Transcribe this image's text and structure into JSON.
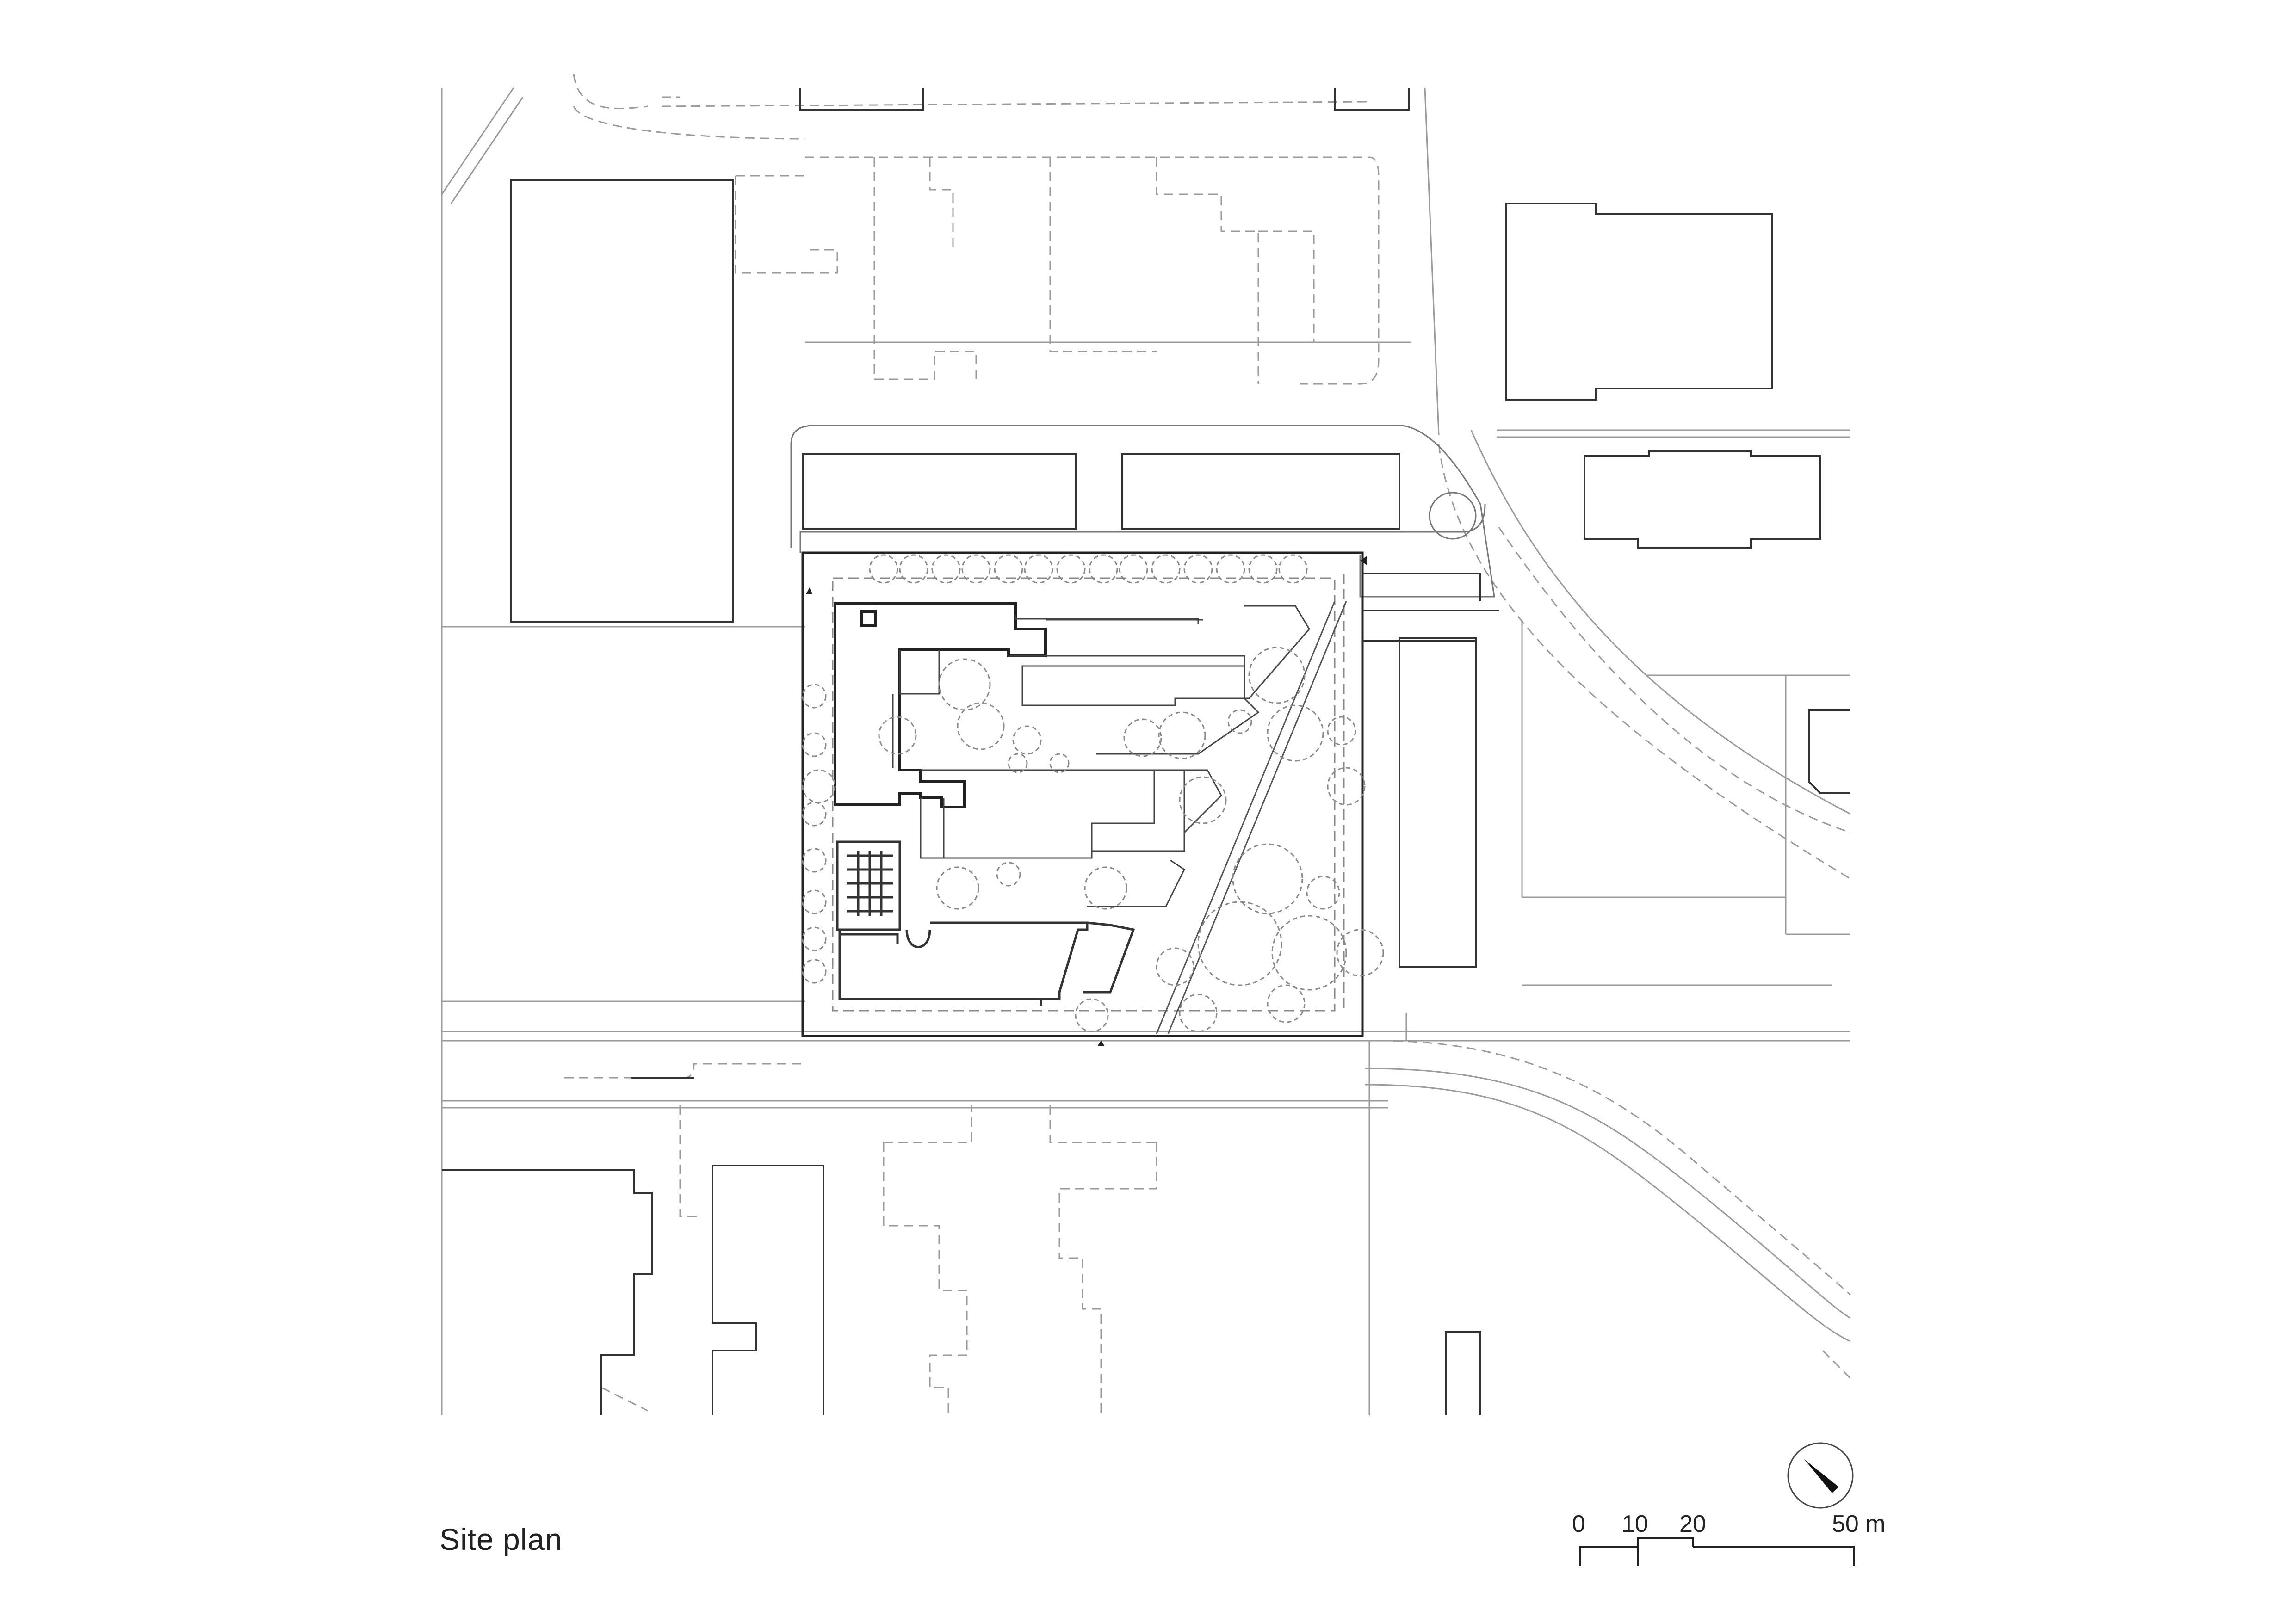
{
  "drawing": {
    "title": "Site plan",
    "scale_bar": {
      "labels": [
        "0",
        "10",
        "20",
        "50 m"
      ],
      "unit": "m"
    },
    "north_arrow": {
      "icon": "north-arrow-icon"
    },
    "colors": {
      "line": "#222222",
      "light_line": "#9a9a9a",
      "background": "#ffffff"
    }
  }
}
